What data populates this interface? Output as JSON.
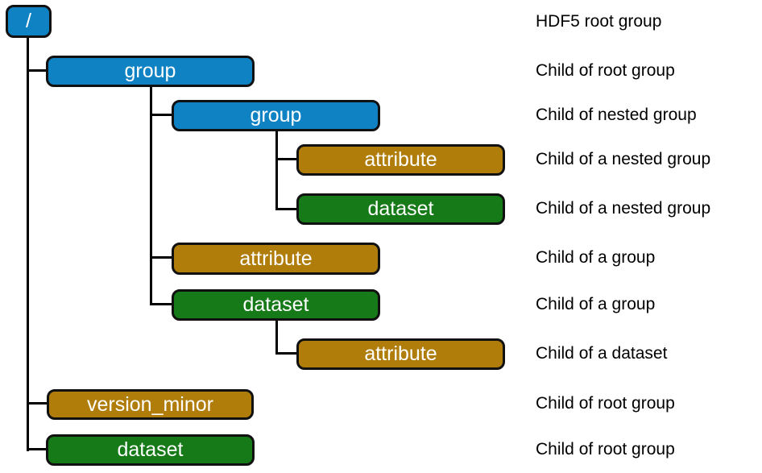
{
  "palette": {
    "group": "#0f82c4",
    "attribute": "#b07d0b",
    "dataset": "#157a17",
    "box_border": "#111111",
    "box_text": "#ffffff",
    "connector": "#000000",
    "annotation_text": "#000000"
  },
  "tree": {
    "nodes": [
      {
        "label": "/",
        "type": "group",
        "level": 0,
        "parent": null,
        "annotation": "HDF5 root group"
      },
      {
        "label": "group",
        "type": "group",
        "level": 1,
        "parent": "/",
        "annotation": "Child of root group"
      },
      {
        "label": "group",
        "type": "group",
        "level": 2,
        "parent": "group",
        "annotation": "Child of nested group"
      },
      {
        "label": "attribute",
        "type": "attribute",
        "level": 3,
        "parent": "nested group",
        "annotation": "Child of a nested group"
      },
      {
        "label": "dataset",
        "type": "dataset",
        "level": 3,
        "parent": "nested group",
        "annotation": "Child of a nested group"
      },
      {
        "label": "attribute",
        "type": "attribute",
        "level": 2,
        "parent": "group",
        "annotation": "Child of a group"
      },
      {
        "label": "dataset",
        "type": "dataset",
        "level": 2,
        "parent": "group",
        "annotation": "Child of a group"
      },
      {
        "label": "attribute",
        "type": "attribute",
        "level": 3,
        "parent": "dataset",
        "annotation": "Child of a dataset"
      },
      {
        "label": "version_minor",
        "type": "attribute",
        "level": 1,
        "parent": "/",
        "annotation": "Child of root group"
      },
      {
        "label": "dataset",
        "type": "dataset",
        "level": 1,
        "parent": "/",
        "annotation": "Child of root group"
      }
    ]
  }
}
